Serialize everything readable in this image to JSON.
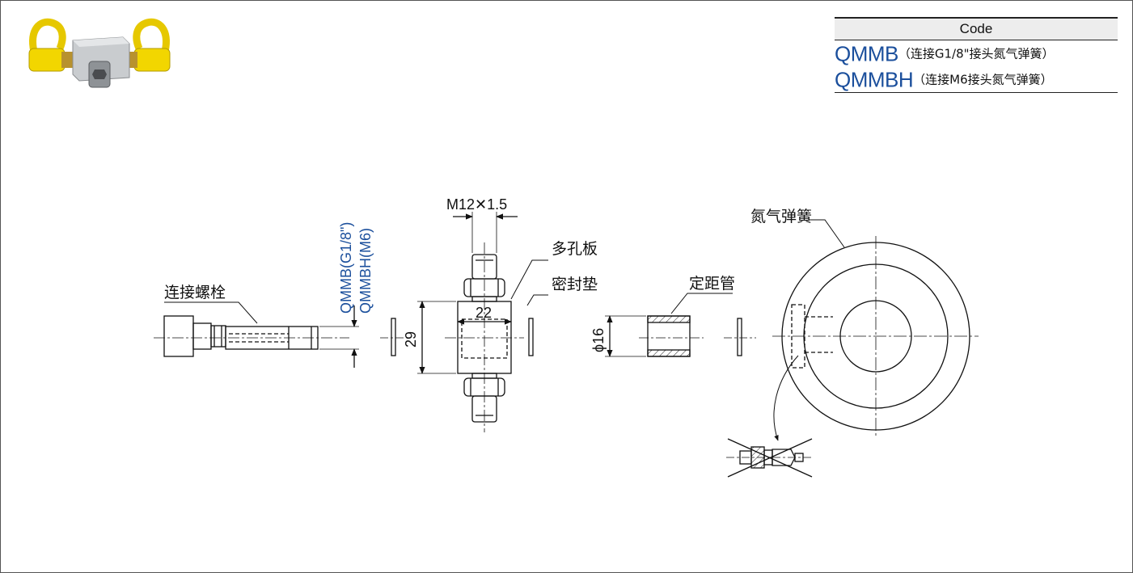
{
  "code_table": {
    "header": "Code",
    "rows": [
      {
        "code": "QMMB",
        "desc": "（连接G1/8\"接头氮气弹簧）"
      },
      {
        "code": "QMMBH",
        "desc": "（连接M6接头氮气弹簧）"
      }
    ]
  },
  "labels": {
    "bolt": "连接螺栓",
    "thread_spec": "M12✕1.5",
    "manifold": "多孔板",
    "seal": "密封垫",
    "spacer": "定距管",
    "spring": "氮气弹簧",
    "vertical_code_1": "QMMB(G1/8\")",
    "vertical_code_2": "QMMBH(M6)"
  },
  "dimensions": {
    "width_22": "22",
    "height_29": "29",
    "dia_16": "ϕ16"
  },
  "colors": {
    "accent_blue": "#1b4f9c",
    "line": "#111111",
    "cap_yellow": "#f2d600"
  },
  "icons": {
    "photo": "manifold-photo",
    "not_allowed": "crossed-out-fitting-icon"
  }
}
